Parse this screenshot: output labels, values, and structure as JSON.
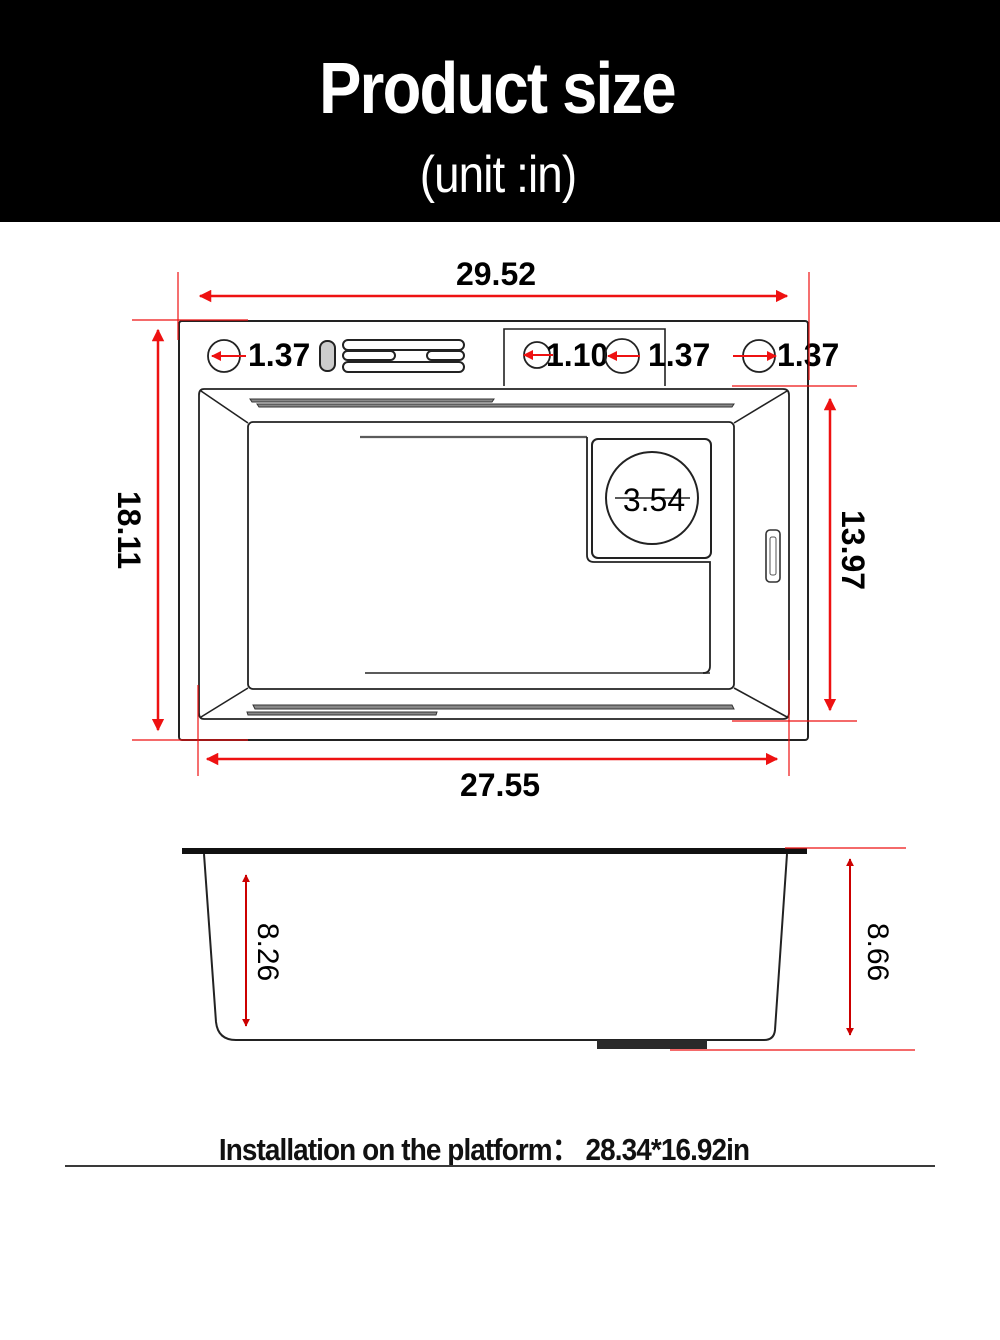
{
  "header": {
    "title": "Product size",
    "subtitle": "(unit :in)",
    "background": "#000000",
    "text_color": "#ffffff"
  },
  "top_view": {
    "overall_width": "29.52",
    "bowl_width": "27.55",
    "overall_depth": "18.11",
    "bowl_depth": "13.97",
    "drain_diameter": "3.54",
    "holes": [
      {
        "label": "1.37",
        "arrow": "left"
      },
      {
        "label": "1.10",
        "arrow": "left"
      },
      {
        "label": "1.37",
        "arrow": "left"
      },
      {
        "label": "1.37",
        "arrow": "right"
      }
    ]
  },
  "side_view": {
    "inner_depth": "8.26",
    "overall_height": "8.66"
  },
  "footer": {
    "installation_text": "Installation on the platform： 28.34*16.92in"
  },
  "colors": {
    "dimension_line": "#ee1111",
    "outline": "#222222"
  }
}
